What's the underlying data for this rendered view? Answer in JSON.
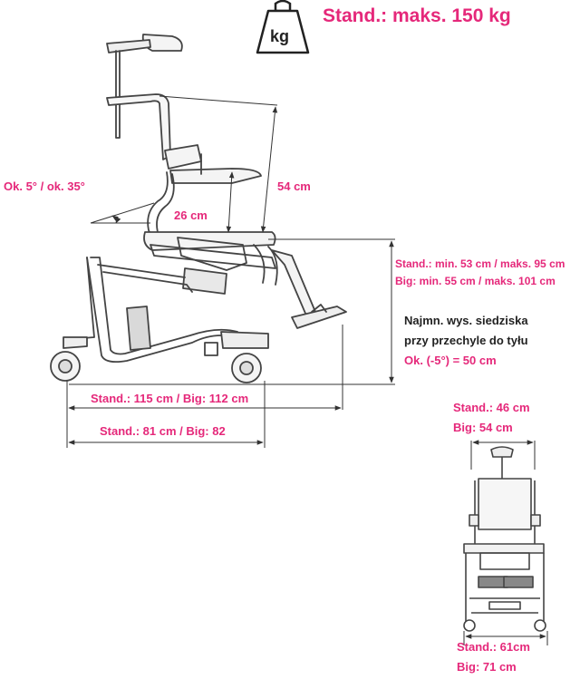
{
  "weight_icon": {
    "icon": "weight-icon",
    "text": "kg"
  },
  "capacity": "Stand.: maks. 150 kg",
  "tilt_angle": "Ok. 5° / ok. 35°",
  "backrest_height": "54 cm",
  "armrest_height": "26 cm",
  "seat_height": {
    "standard": "Stand.: min. 53 cm / maks. 95 cm",
    "big": "Big: min. 55 cm / maks. 101 cm"
  },
  "min_seat_height_note": {
    "line1": "Najmn. wys. siedziska",
    "line2": "przy przechyle do tyłu",
    "line3": "Ok. (-5°) = 50 cm"
  },
  "overall_length": "Stand.: 115 cm / Big: 112 cm",
  "base_length": "Stand.: 81 cm / Big: 82",
  "seat_width": {
    "standard": "Stand.: 46 cm",
    "big": "Big: 54 cm"
  },
  "overall_width": {
    "standard": "Stand.: 61cm",
    "big": "Big: 71 cm"
  },
  "colors": {
    "accent": "#e5287a",
    "text": "#222222",
    "line": "#333333"
  }
}
